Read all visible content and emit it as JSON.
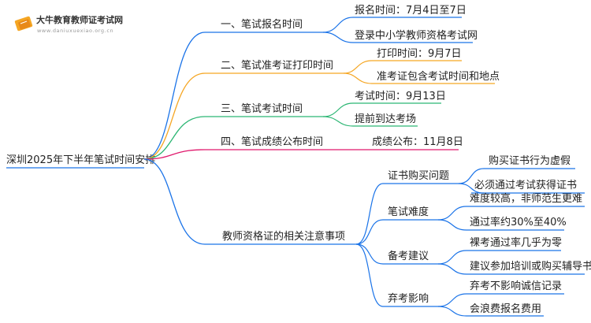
{
  "logo": {
    "title": "大牛教育教师证考试网",
    "url": "www.daniuxuexiao.org.cn"
  },
  "root": "深圳2025年下半年笔试时间安排",
  "colors": {
    "blue": "#1a73e8",
    "orange": "#f5a623",
    "green": "#2bb673",
    "red": "#e0186c",
    "root_underline": "#1a73e8"
  },
  "branches": [
    {
      "label": "一、笔试报名时间",
      "color": "blue",
      "children": [
        "报名时间：7月4日至7日",
        "登录中小学教师资格考试网"
      ]
    },
    {
      "label": "二、笔试准考证打印时间",
      "color": "orange",
      "children": [
        "打印时间：9月7日",
        "准考证包含考试时间和地点"
      ]
    },
    {
      "label": "三、笔试考试时间",
      "color": "green",
      "children": [
        "考试时间：9月13日",
        "提前到达考场"
      ]
    },
    {
      "label": "四、笔试成绩公布时间",
      "color": "red",
      "children": [
        "成绩公布：11月8日"
      ]
    },
    {
      "label": "教师资格证的相关注意事项",
      "color": "blue",
      "children": [
        {
          "label": "证书购买问题",
          "children": [
            "购买证书行为虚假",
            "必须通过考试获得证书"
          ]
        },
        {
          "label": "笔试难度",
          "children": [
            "难度较高，非师范生更难",
            "通过率约30%至40%"
          ]
        },
        {
          "label": "备考建议",
          "children": [
            "裸考通过率几乎为零",
            "建议参加培训或购买辅导书"
          ]
        },
        {
          "label": "弃考影响",
          "children": [
            "弃考不影响诚信记录",
            "会浪费报名费用"
          ]
        }
      ]
    }
  ]
}
